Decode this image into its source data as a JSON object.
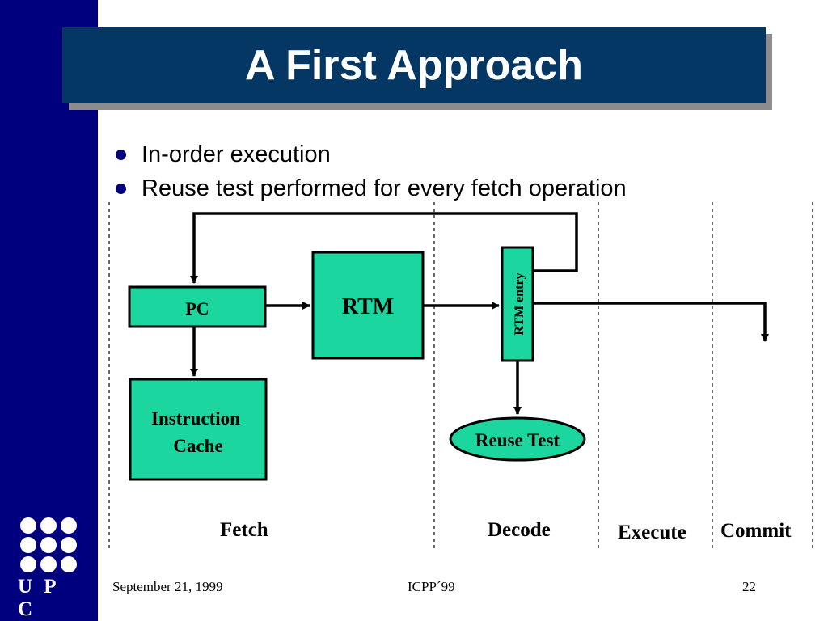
{
  "slide": {
    "title": "A First Approach",
    "bullets": [
      "In-order execution",
      "Reuse test performed for every fetch operation"
    ]
  },
  "logo": {
    "text": "U P C"
  },
  "diagram": {
    "pc_label": "PC",
    "rtm_label": "RTM",
    "rtm_entry_label": "RTM entry",
    "icache_line1": "Instruction",
    "icache_line2": "Cache",
    "reuse_test_label": "Reuse Test"
  },
  "stages": {
    "fetch": "Fetch",
    "decode": "Decode",
    "execute": "Execute",
    "commit": "Commit"
  },
  "footer": {
    "date": "September 21, 1999",
    "conference": "ICPP´99",
    "page": "22"
  },
  "colors": {
    "sidebar": "#00007e",
    "title_bar": "#043764",
    "box_fill": "#1cd6a0"
  }
}
